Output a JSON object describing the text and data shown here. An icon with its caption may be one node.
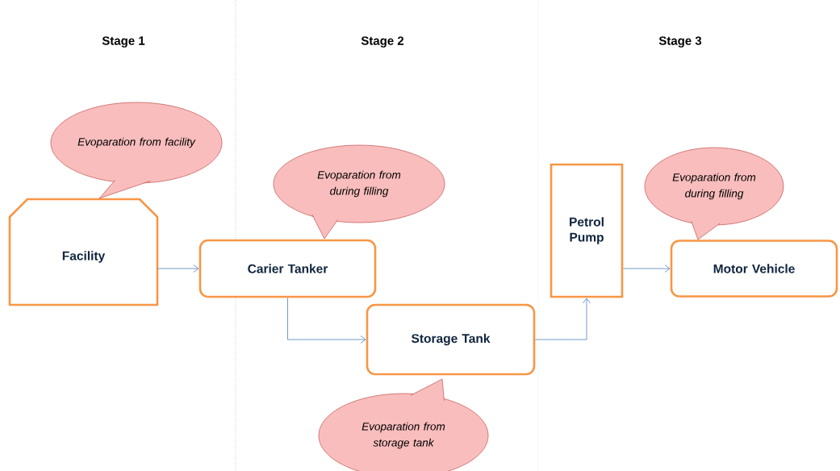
{
  "diagram": {
    "nodes": [
      {
        "text": [
          "Facility"
        ]
      },
      {
        "text": [
          "Carier Tanker"
        ]
      },
      {
        "text": [
          "Storage Tank"
        ]
      },
      {
        "text": [
          "Petrol Pump"
        ]
      },
      {
        "text": [
          "Motor Vehicle"
        ]
      },
      {
        "text": [
          "Evoparation from facility"
        ]
      },
      {
        "text": [
          "Evoparation from during filling"
        ]
      },
      {
        "text": [
          "Evoparation from storage tank"
        ]
      },
      {
        "text": [
          "Evoparation from during filling"
        ]
      }
    ],
    "edges": [
      {
        "from": 0,
        "to": 1,
        "arrow": "to"
      },
      {
        "from": 1,
        "to": 2,
        "arrow": "to"
      },
      {
        "from": 2,
        "to": 3,
        "arrow": "to"
      },
      {
        "from": 3,
        "to": 4,
        "arrow": "to"
      }
    ],
    "labels": [
      "Stage 1",
      "Stage 2",
      "Stage 3"
    ]
  }
}
